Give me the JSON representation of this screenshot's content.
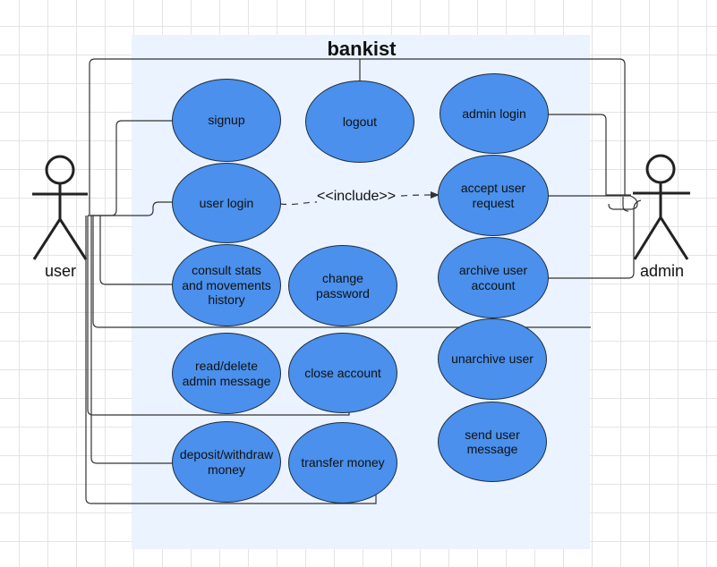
{
  "diagram": {
    "title": "bankist",
    "actors": [
      {
        "id": "user",
        "label": "user"
      },
      {
        "id": "admin",
        "label": "admin"
      }
    ],
    "use_cases": [
      {
        "id": "signup",
        "label": "signup"
      },
      {
        "id": "logout",
        "label": "logout"
      },
      {
        "id": "user-login",
        "label": "user login"
      },
      {
        "id": "consult-stats",
        "label": "consult stats and movements history"
      },
      {
        "id": "change-password",
        "label": "change password"
      },
      {
        "id": "read-delete-admin-message",
        "label": "read/delete admin message"
      },
      {
        "id": "close-account",
        "label": "close account"
      },
      {
        "id": "deposit-withdraw",
        "label": "deposit/withdraw money"
      },
      {
        "id": "transfer-money",
        "label": "transfer money"
      },
      {
        "id": "admin-login",
        "label": "admin login"
      },
      {
        "id": "accept-user-request",
        "label": "accept user request"
      },
      {
        "id": "archive-user-account",
        "label": "archive user account"
      },
      {
        "id": "unarchive-user",
        "label": "unarchive user"
      },
      {
        "id": "send-user-message",
        "label": "send user message"
      }
    ],
    "relations": [
      {
        "from": "user-login",
        "to": "accept-user-request",
        "label": "<<include>>",
        "style": "dashed"
      }
    ],
    "colors": {
      "use_case_fill": "#4a90ec",
      "system_fill": "#eaf3ff",
      "line": "#1f2d3d"
    }
  }
}
